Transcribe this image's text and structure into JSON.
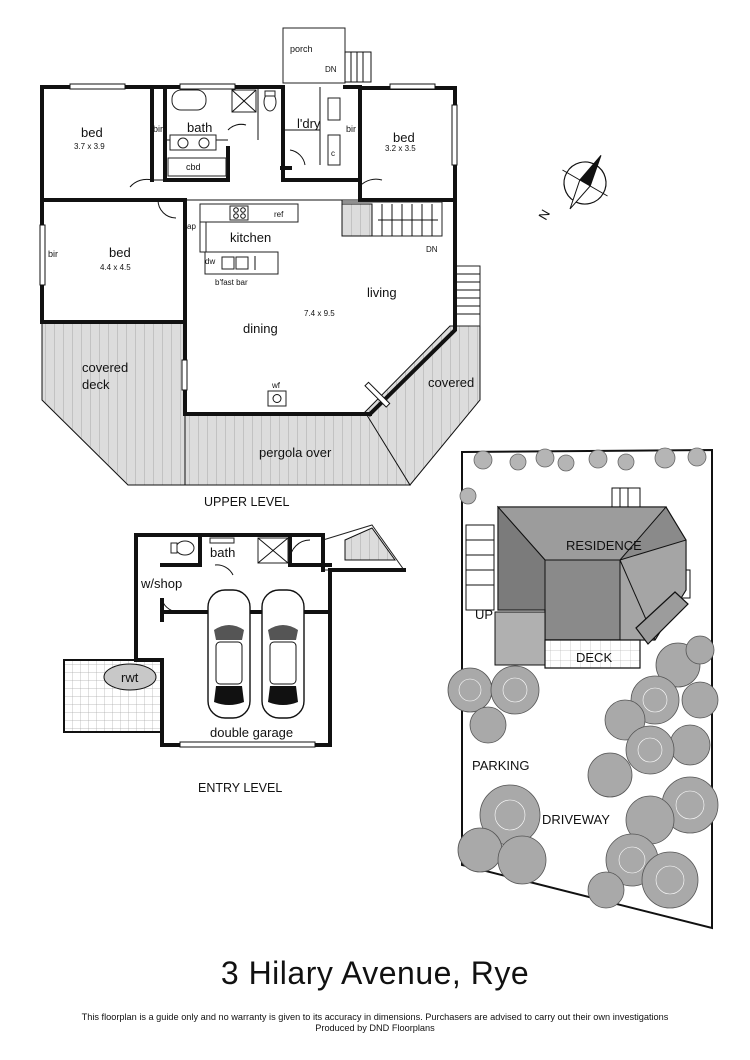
{
  "title": "3 Hilary Avenue, Rye",
  "disclaimer": {
    "line1": "This floorplan is a guide only and no warranty is given to  its accuracy in dimensions.  Purchasers are advised to carry out their own investigations",
    "line2": "Produced by DND Floorplans"
  },
  "upper_level": {
    "heading": "UPPER LEVEL",
    "labels": {
      "porch": "porch",
      "porch_dn": "DN",
      "bed1": "bed",
      "bed1_dim": "3.7 x 3.9",
      "bir1": "bir",
      "bath": "bath",
      "cbd": "cbd",
      "laundry": "l'dry",
      "laundry_c": "c",
      "bir2": "bir",
      "bed2": "bed",
      "bed2_dim": "3.2 x 3.5",
      "ap": "ap",
      "ref": "ref",
      "kitchen": "kitchen",
      "dw": "dw",
      "bfast": "b'fast bar",
      "stair_dn": "DN",
      "bir3": "bir",
      "bed3": "bed",
      "bed3_dim": "4.4 x 4.5",
      "living": "living",
      "living_dim": "7.4 x 9.5",
      "dining": "dining",
      "covered_deck_1": "covered",
      "covered_deck_2": "deck",
      "covered": "covered",
      "wf": "wf",
      "pergola": "pergola over"
    }
  },
  "entry_level": {
    "heading": "ENTRY LEVEL",
    "labels": {
      "bath": "bath",
      "workshop": "w/shop",
      "rwt": "rwt",
      "garage": "double garage"
    }
  },
  "site_plan": {
    "labels": {
      "residence": "RESIDENCE",
      "up": "UP",
      "deck": "DECK",
      "parking": "PARKING",
      "driveway": "DRIVEWAY"
    }
  },
  "compass": {
    "letter": "N",
    "icon": "north-arrow-icon"
  }
}
